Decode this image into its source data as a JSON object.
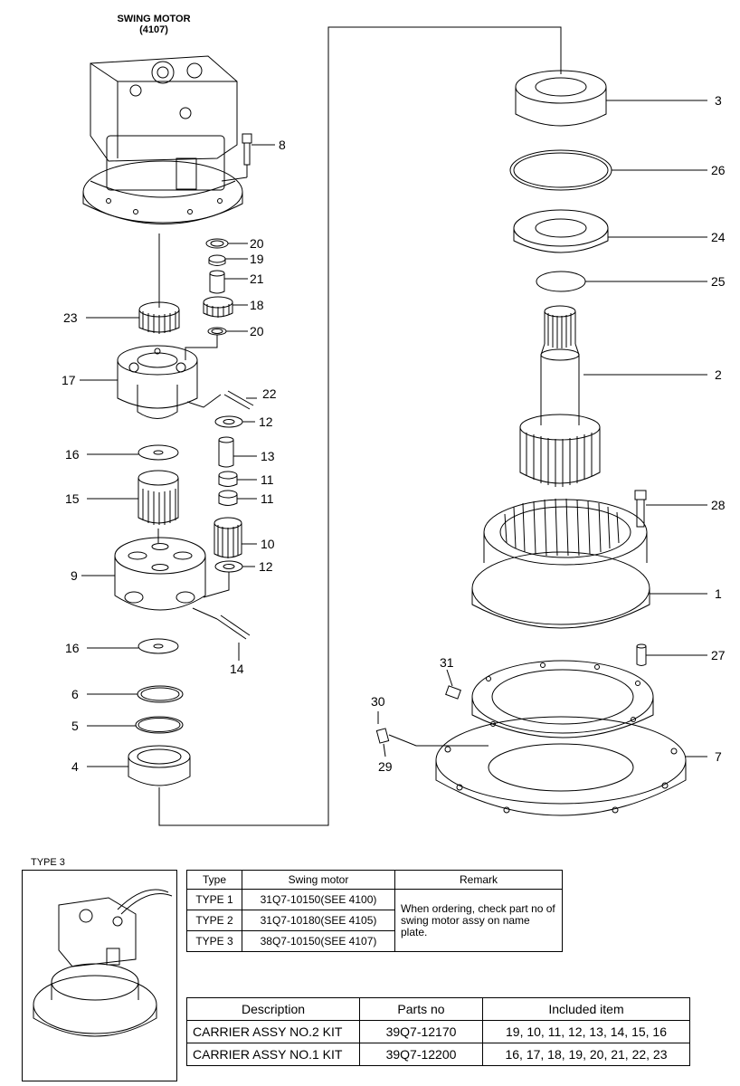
{
  "header": {
    "title_line1": "SWING MOTOR",
    "title_line2": "(4107)"
  },
  "callouts": {
    "c1": "1",
    "c2": "2",
    "c3": "3",
    "c4": "4",
    "c5": "5",
    "c6": "6",
    "c7": "7",
    "c8": "8",
    "c9": "9",
    "c10": "10",
    "c11a": "11",
    "c11b": "11",
    "c12a": "12",
    "c12b": "12",
    "c13": "13",
    "c14": "14",
    "c15": "15",
    "c16a": "16",
    "c16b": "16",
    "c17": "17",
    "c18": "18",
    "c19": "19",
    "c20a": "20",
    "c20b": "20",
    "c21": "21",
    "c22": "22",
    "c23": "23",
    "c24": "24",
    "c25": "25",
    "c26": "26",
    "c27": "27",
    "c28": "28",
    "c29": "29",
    "c30": "30",
    "c31": "31"
  },
  "type3_label": "TYPE 3",
  "type_table": {
    "headers": [
      "Type",
      "Swing motor",
      "Remark"
    ],
    "rows": [
      {
        "type": "TYPE 1",
        "motor": "31Q7-10150(SEE 4100)"
      },
      {
        "type": "TYPE 2",
        "motor": "31Q7-10180(SEE 4105)"
      },
      {
        "type": "TYPE 3",
        "motor": "38Q7-10150(SEE 4107)"
      }
    ],
    "remark": "When ordering, check part no of swing motor assy on name plate."
  },
  "kit_table": {
    "headers": [
      "Description",
      "Parts no",
      "Included item"
    ],
    "rows": [
      {
        "desc": "CARRIER ASSY NO.2 KIT",
        "part": "39Q7-12170",
        "items": "19, 10, 11, 12, 13, 14, 15, 16"
      },
      {
        "desc": "CARRIER ASSY NO.1 KIT",
        "part": "39Q7-12200",
        "items": "16, 17, 18, 19, 20, 21, 22, 23"
      }
    ]
  }
}
